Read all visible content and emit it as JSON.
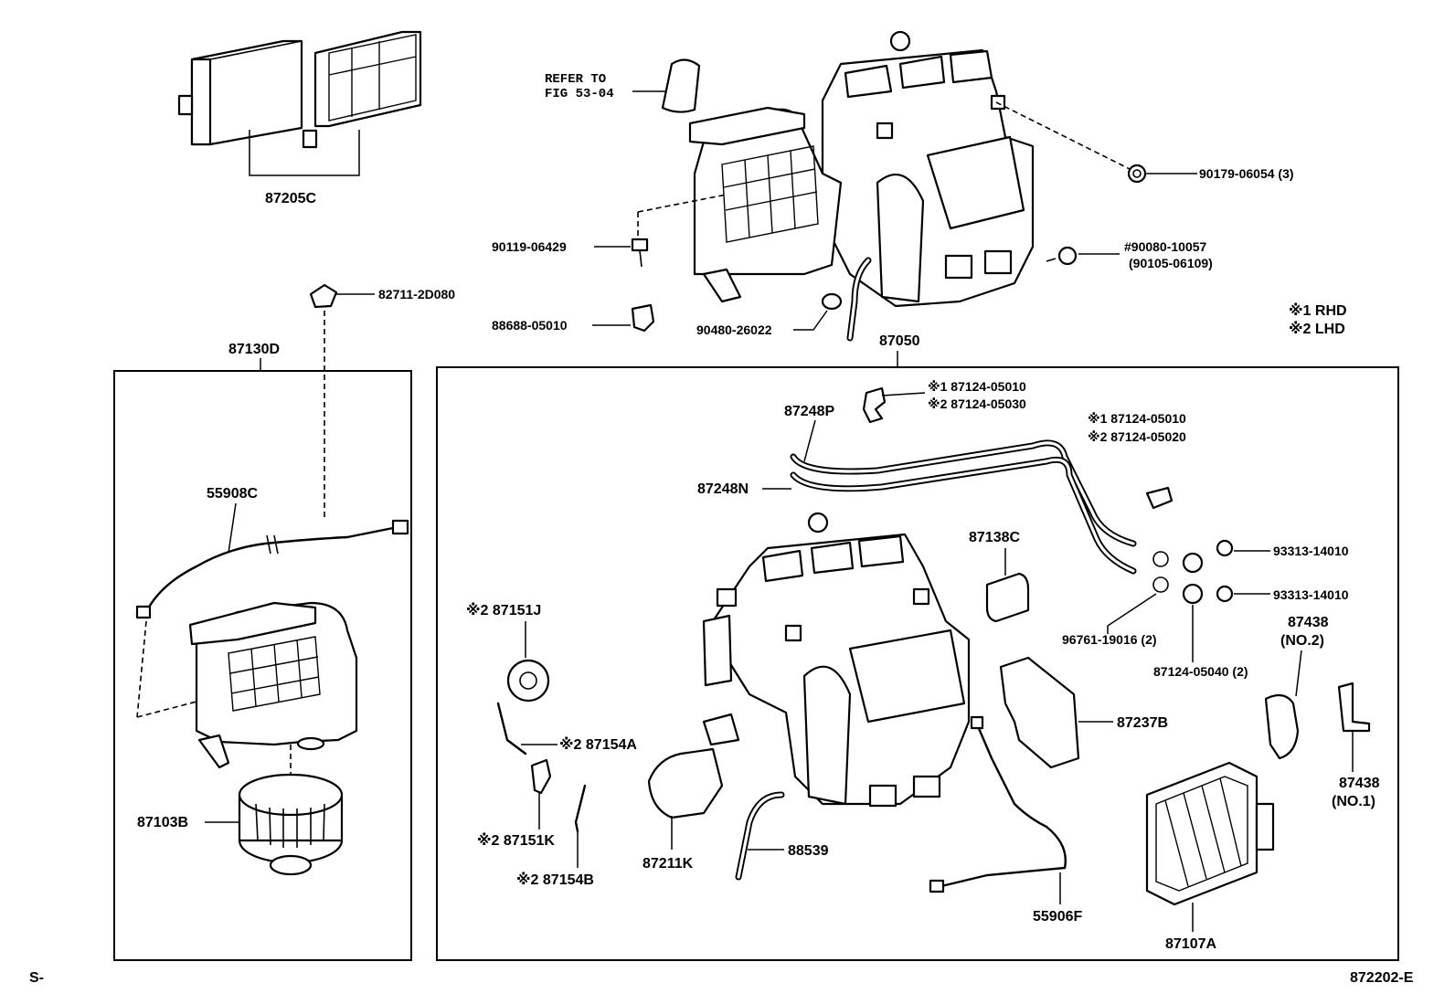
{
  "refer_to": [
    "REFER TO",
    "FIG 53-04"
  ],
  "legend": [
    "※1 RHD",
    "※2 LHD"
  ],
  "corner_left": "S-",
  "diagram_id": "872202-E",
  "parts": {
    "filter": "87205C",
    "bolt_top_right": "90179-06054 (3)",
    "screw_left": "90119-06429",
    "bolt_right": "#90080-10057",
    "bolt_right_alt": "(90105-06109)",
    "sensor_top": "82711-2D080",
    "clamp_left": "88688-05010",
    "grommet": "90480-26022",
    "blower_assy": "87130D",
    "unit_assy": "87050",
    "bracket_r1": "※1  87124-05010",
    "bracket_r2": "※2  87124-05030",
    "pipe_p": "87248P",
    "bracket_s1": "※1  87124-05010",
    "bracket_s2": "※2  87124-05020",
    "pipe_n": "87248N",
    "harness_blower": "55908C",
    "cover_small": "87138C",
    "bolt_a": "93313-14010",
    "bolt_b": "93313-14010",
    "o_ring": "96761-19016 (2)",
    "clamp_ring": "87124-05040 (2)",
    "servo": "※2 87151J",
    "rod_a": "※2 87154A",
    "lever_k": "※2 87151K",
    "rod_b": "※2 87154B",
    "motor": "87103B",
    "duct_k": "87211K",
    "hose": "88539",
    "case_b": "87237B",
    "damper_no2": "87438",
    "damper_no2_note": "(NO.2)",
    "damper_no1": "87438",
    "damper_no1_note": "(NO.1)",
    "harness_unit": "55906F",
    "radiator": "87107A"
  }
}
